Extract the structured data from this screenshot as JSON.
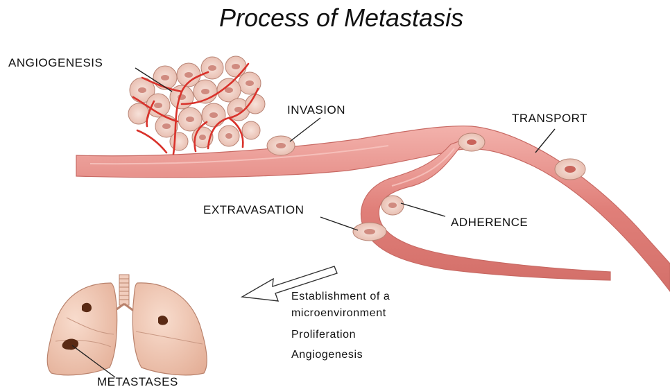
{
  "title": "Process of Metastasis",
  "labels": {
    "angiogenesis": "ANGIOGENESIS",
    "invasion": "INVASION",
    "transport": "TRANSPORT",
    "extravasation": "EXTRAVASATION",
    "adherence": "ADHERENCE",
    "metastases": "METASTASES"
  },
  "notes": {
    "line1": "Establishment of a",
    "line2": "microenvironment",
    "line3": "Proliferation",
    "line4": "Angiogenesis"
  },
  "colors": {
    "vessel": "#e58a85",
    "vessel_edge": "#c45a55",
    "cell": "#f2d4cb",
    "nucleus": "#c9645b",
    "lung": "#f3c9b6",
    "lung_edge": "#b9826c",
    "metastasis": "#5a2a14"
  }
}
